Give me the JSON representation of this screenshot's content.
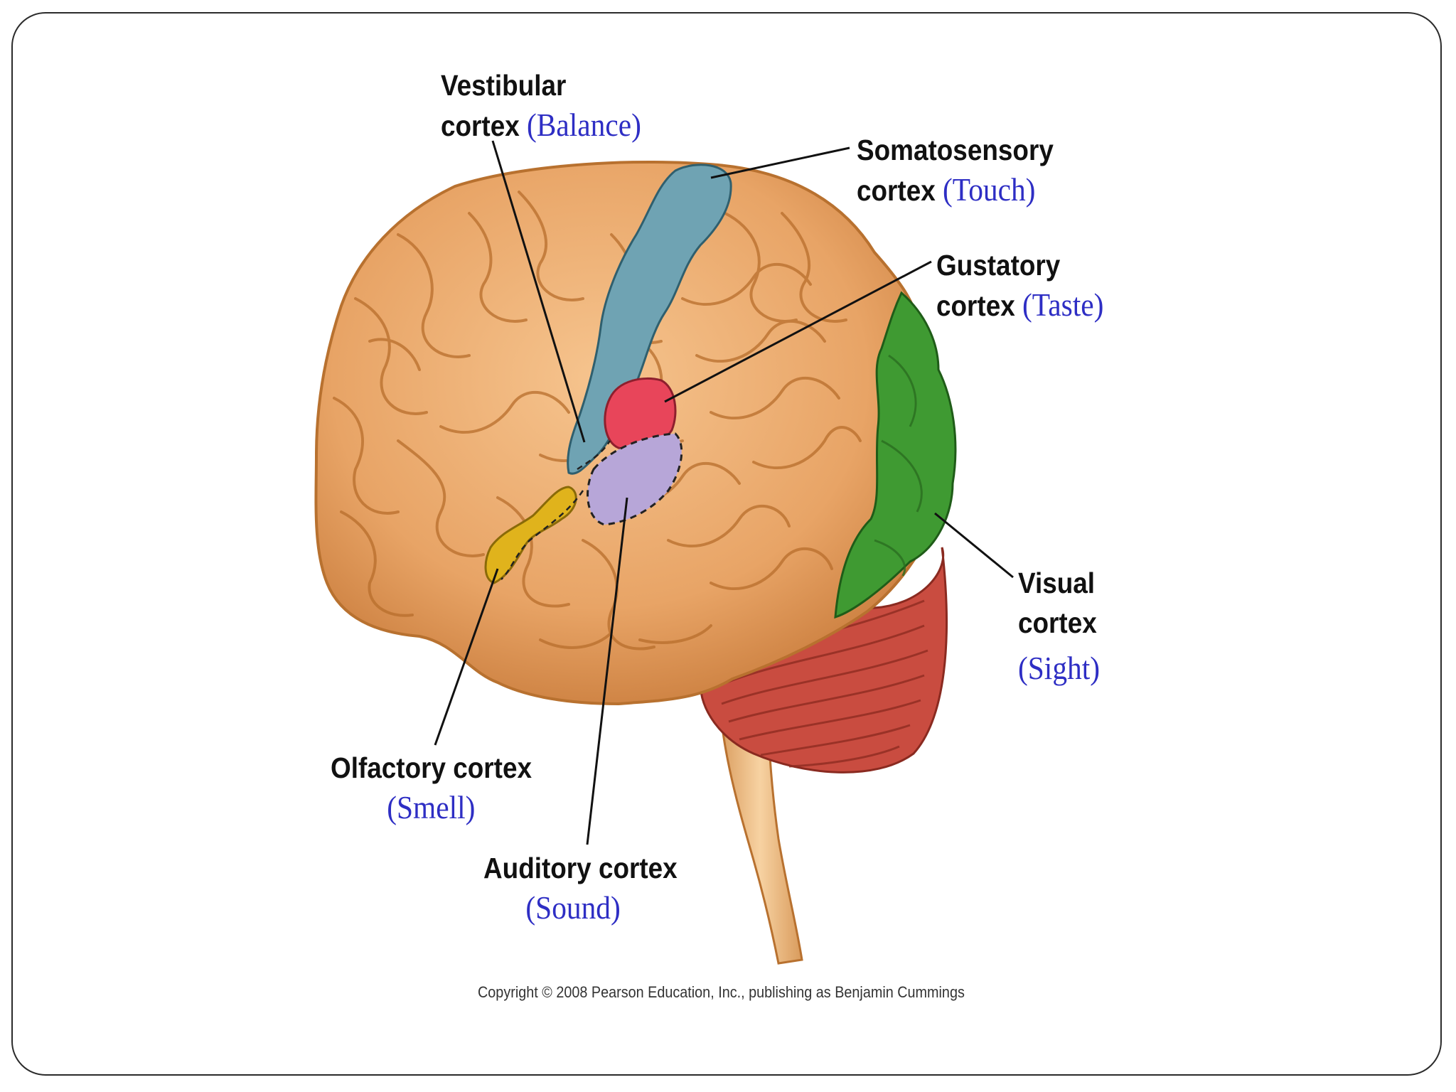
{
  "labels": {
    "vestibular": {
      "line1": "Vestibular",
      "line2": "cortex",
      "function": "(Balance)"
    },
    "somatosensory": {
      "line1": "Somatosensory",
      "line2": "cortex",
      "function": "(Touch)"
    },
    "gustatory": {
      "line1": "Gustatory",
      "line2": "cortex",
      "function": "(Taste)"
    },
    "visual": {
      "line1": "Visual",
      "line2": "cortex",
      "function": "(Sight)"
    },
    "olfactory": {
      "line1": "Olfactory cortex",
      "function": "(Smell)"
    },
    "auditory": {
      "line1": "Auditory cortex",
      "function": "(Sound)"
    }
  },
  "copyright": "Copyright © 2008 Pearson Education, Inc., publishing as Benjamin Cummings",
  "colors": {
    "brain": "#e8a466",
    "brain_outline": "#b8712f",
    "somatosensory": "#6fa3b3",
    "gustatory": "#e8455a",
    "auditory": "#b7a6d8",
    "olfactory": "#e0b31c",
    "visual": "#3f9a32",
    "cerebellum": "#c94c40",
    "brainstem": "#f1c189",
    "function_text": "#2e2ec4"
  }
}
